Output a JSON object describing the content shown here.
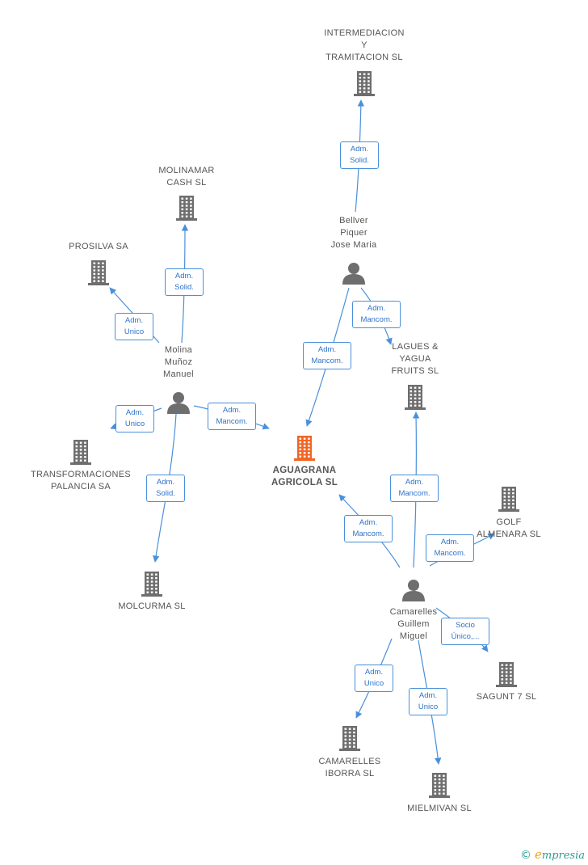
{
  "colors": {
    "company": "#6e6e6e",
    "main_company": "#f26522",
    "person": "#6e6e6e",
    "edge": "#4a90d9"
  },
  "nodes": [
    {
      "id": "intermediacion",
      "kind": "company",
      "lines": [
        "INTERMEDIACION",
        "Y",
        "TRAMITACION SL"
      ]
    },
    {
      "id": "molinamar",
      "kind": "company",
      "lines": [
        "MOLINAMAR",
        "CASH SL"
      ]
    },
    {
      "id": "prosilva",
      "kind": "company",
      "lines": [
        "PROSILVA SA"
      ]
    },
    {
      "id": "bellver",
      "kind": "person",
      "lines": [
        "Bellver",
        "Piquer",
        "Jose Maria"
      ]
    },
    {
      "id": "molina",
      "kind": "person",
      "lines": [
        "Molina",
        "Muñoz",
        "Manuel"
      ]
    },
    {
      "id": "lagues",
      "kind": "company",
      "lines": [
        "LAGUES &",
        "YAGUA",
        "FRUITS SL"
      ]
    },
    {
      "id": "transformaciones",
      "kind": "company",
      "lines": [
        "TRANSFORMACIONES",
        "PALANCIA SA"
      ]
    },
    {
      "id": "aguagrana",
      "kind": "main",
      "lines": [
        "AGUAGRANA",
        "AGRICOLA SL"
      ]
    },
    {
      "id": "golf",
      "kind": "company",
      "lines": [
        "GOLF",
        "ALMENARA SL"
      ]
    },
    {
      "id": "molcurma",
      "kind": "company",
      "lines": [
        "MOLCURMA SL"
      ]
    },
    {
      "id": "camarelles_p",
      "kind": "person",
      "lines": [
        "Camarelles",
        "Guillem",
        "Miguel"
      ]
    },
    {
      "id": "sagunt",
      "kind": "company",
      "lines": [
        "SAGUNT 7 SL"
      ]
    },
    {
      "id": "camarelles_i",
      "kind": "company",
      "lines": [
        "CAMARELLES",
        "IBORRA SL"
      ]
    },
    {
      "id": "mielmivan",
      "kind": "company",
      "lines": [
        "MIELMIVAN SL"
      ]
    }
  ],
  "relations": [
    {
      "id": "r1",
      "lines": [
        "Adm.",
        "Solid."
      ]
    },
    {
      "id": "r2",
      "lines": [
        "Adm.",
        "Solid."
      ]
    },
    {
      "id": "r3",
      "lines": [
        "Adm.",
        "Unico"
      ]
    },
    {
      "id": "r4",
      "lines": [
        "Adm.",
        "Mancom."
      ]
    },
    {
      "id": "r5",
      "lines": [
        "Adm.",
        "Mancom."
      ]
    },
    {
      "id": "r6",
      "lines": [
        "Adm.",
        "Unico"
      ]
    },
    {
      "id": "r7",
      "lines": [
        "Adm.",
        "Mancom."
      ]
    },
    {
      "id": "r8",
      "lines": [
        "Adm.",
        "Solid."
      ]
    },
    {
      "id": "r9",
      "lines": [
        "Adm.",
        "Mancom."
      ]
    },
    {
      "id": "r10",
      "lines": [
        "Adm.",
        "Mancom."
      ]
    },
    {
      "id": "r11",
      "lines": [
        "Adm.",
        "Mancom."
      ]
    },
    {
      "id": "r12",
      "lines": [
        "Socio",
        "Único,..."
      ]
    },
    {
      "id": "r13",
      "lines": [
        "Adm.",
        "Unico"
      ]
    },
    {
      "id": "r14",
      "lines": [
        "Adm.",
        "Unico"
      ]
    }
  ],
  "footer": {
    "copyright": "©",
    "brand_initial": "e",
    "brand_rest": "mpresia"
  }
}
